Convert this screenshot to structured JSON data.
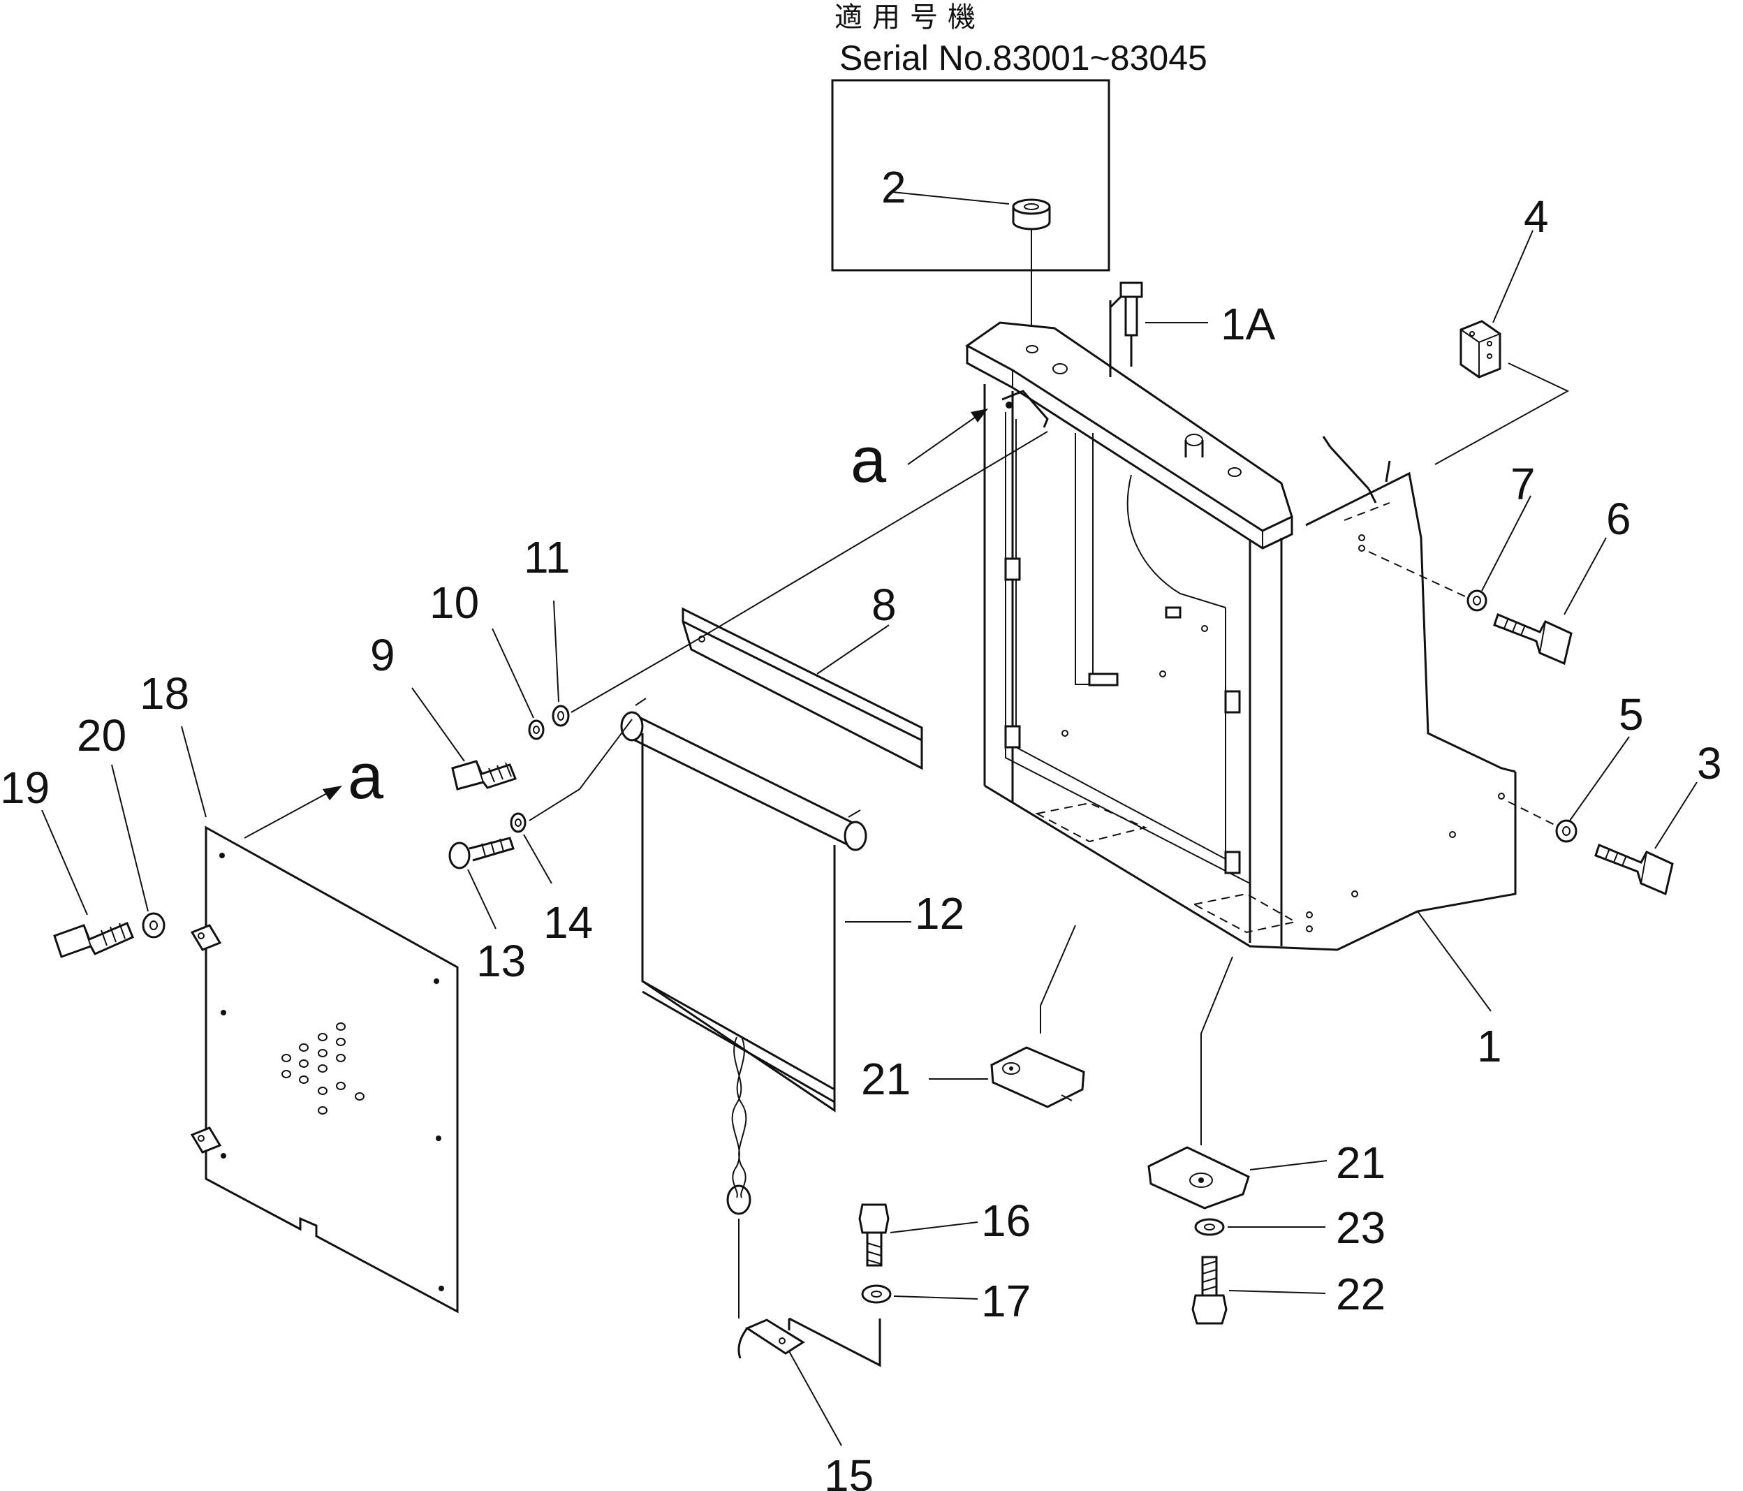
{
  "header": {
    "applicable_models_jp": "適用号機",
    "serial_text": "Serial  No.83001~83045"
  },
  "callouts": [
    {
      "id": "c1",
      "text": "1"
    },
    {
      "id": "c1a",
      "text": "1A"
    },
    {
      "id": "c2",
      "text": "2"
    },
    {
      "id": "c3",
      "text": "3"
    },
    {
      "id": "c4",
      "text": "4"
    },
    {
      "id": "c5",
      "text": "5"
    },
    {
      "id": "c6",
      "text": "6"
    },
    {
      "id": "c7",
      "text": "7"
    },
    {
      "id": "c8",
      "text": "8"
    },
    {
      "id": "c9",
      "text": "9"
    },
    {
      "id": "c10",
      "text": "10"
    },
    {
      "id": "c11",
      "text": "11"
    },
    {
      "id": "c12",
      "text": "12"
    },
    {
      "id": "c13",
      "text": "13"
    },
    {
      "id": "c14",
      "text": "14"
    },
    {
      "id": "c15",
      "text": "15"
    },
    {
      "id": "c16",
      "text": "16"
    },
    {
      "id": "c17",
      "text": "17"
    },
    {
      "id": "c18",
      "text": "18"
    },
    {
      "id": "c19",
      "text": "19"
    },
    {
      "id": "c20",
      "text": "20"
    },
    {
      "id": "c21a",
      "text": "21"
    },
    {
      "id": "c21b",
      "text": "21"
    },
    {
      "id": "c22",
      "text": "22"
    },
    {
      "id": "c23",
      "text": "23"
    }
  ],
  "view_refs": {
    "upper": "a",
    "lower": "a"
  }
}
